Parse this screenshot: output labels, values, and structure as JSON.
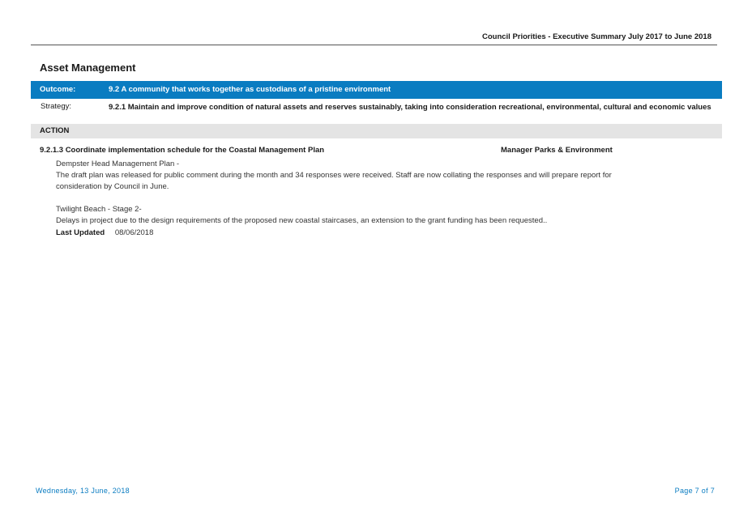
{
  "header": {
    "title": "Council Priorities - Executive Summary  July 2017 to June 2018"
  },
  "section": {
    "title": "Asset Management"
  },
  "outcome": {
    "label": "Outcome:",
    "value": "9.2  A community that works together as custodians of a pristine environment"
  },
  "strategy": {
    "label": "Strategy:",
    "value": "9.2.1  Maintain and improve condition of natural assets and reserves sustainably, taking into consideration recreational, environmental, cultural and economic values"
  },
  "action_header": "ACTION",
  "action": {
    "title": "9.2.1.3  Coordinate implementation schedule for the Coastal Management Plan",
    "owner": "Manager Parks & Environment",
    "para1_heading": "Dempster Head Management Plan -",
    "para1_text": "The draft plan was released for public comment during the month and 34 responses were received.  Staff are now collating the responses and will prepare report for consideration by Council in June.",
    "para2_heading": "Twilight Beach - Stage 2-",
    "para2_text": "Delays in project due to the design requirements of the proposed new coastal staircases, an extension to the grant funding has been requested..",
    "last_updated_label": "Last Updated",
    "last_updated_value": "08/06/2018"
  },
  "footer": {
    "date": "Wednesday, 13 June, 2018",
    "page": "Page 7 of 7"
  },
  "colors": {
    "accent": "#0a7cc1",
    "action_bar": "#e4e4e4"
  }
}
